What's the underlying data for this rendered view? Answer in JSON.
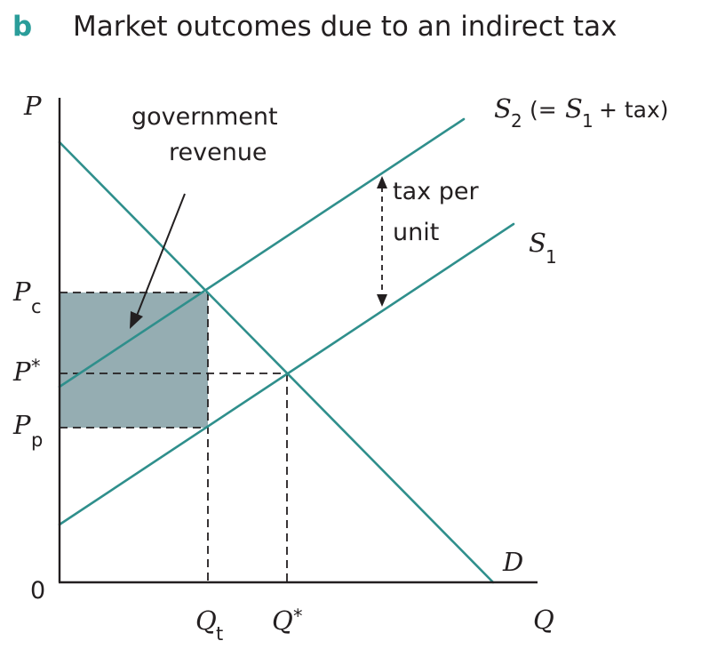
{
  "figure": {
    "panel_letter": "b",
    "title": "Market outcomes due to an indirect tax",
    "colors": {
      "panel_letter": "#2a9d9a",
      "curves": "#2f8f8c",
      "revenue_fill": "#8fa9ae",
      "axes": "#231f20",
      "text": "#231f20"
    }
  },
  "axes": {
    "y_label": "P",
    "x_label": "Q",
    "origin_label": "0"
  },
  "price_labels": {
    "pc_main": "P",
    "pc_sub": "c",
    "pstar_main": "P",
    "pstar_mark": "*",
    "pp_main": "P",
    "pp_sub": "p"
  },
  "quantity_labels": {
    "qt_main": "Q",
    "qt_sub": "t",
    "qstar_main": "Q",
    "qstar_mark": "*"
  },
  "curves": {
    "s2_s": "S",
    "s2_sub": "2",
    "s2_rest_a": " (= ",
    "s2_s1": "S",
    "s2_s1_sub": "1",
    "s2_rest_b": " + tax)",
    "s1_main": "S",
    "s1_sub": "1",
    "d_label": "D"
  },
  "annotations": {
    "gov_line1": "government",
    "gov_line2": "revenue",
    "tax_line1": "tax per",
    "tax_line2": "unit"
  }
}
